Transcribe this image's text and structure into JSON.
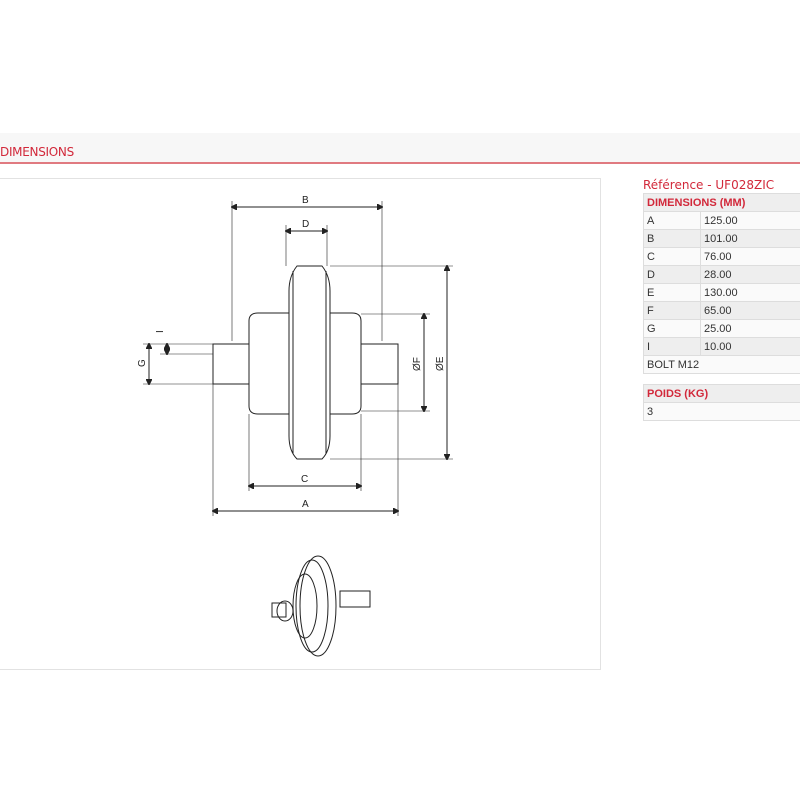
{
  "section_title": "DIMENSIONS",
  "reference": "Référence - UF028ZIC",
  "dimensions": {
    "header": "DIMENSIONS (MM)",
    "rows": [
      {
        "k": "A",
        "v": "125.00"
      },
      {
        "k": "B",
        "v": "101.00"
      },
      {
        "k": "C",
        "v": "76.00"
      },
      {
        "k": "D",
        "v": "28.00"
      },
      {
        "k": "E",
        "v": "130.00"
      },
      {
        "k": "F",
        "v": "65.00"
      },
      {
        "k": "G",
        "v": "25.00"
      },
      {
        "k": "I",
        "v": "10.00"
      }
    ],
    "note": "BOLT M12"
  },
  "weight": {
    "header": "POIDS (KG)",
    "value": "3"
  },
  "drawing_labels": {
    "A": "A",
    "B": "B",
    "C": "C",
    "D": "D",
    "E": "ØE",
    "F": "ØF",
    "G": "G",
    "I": "I"
  }
}
